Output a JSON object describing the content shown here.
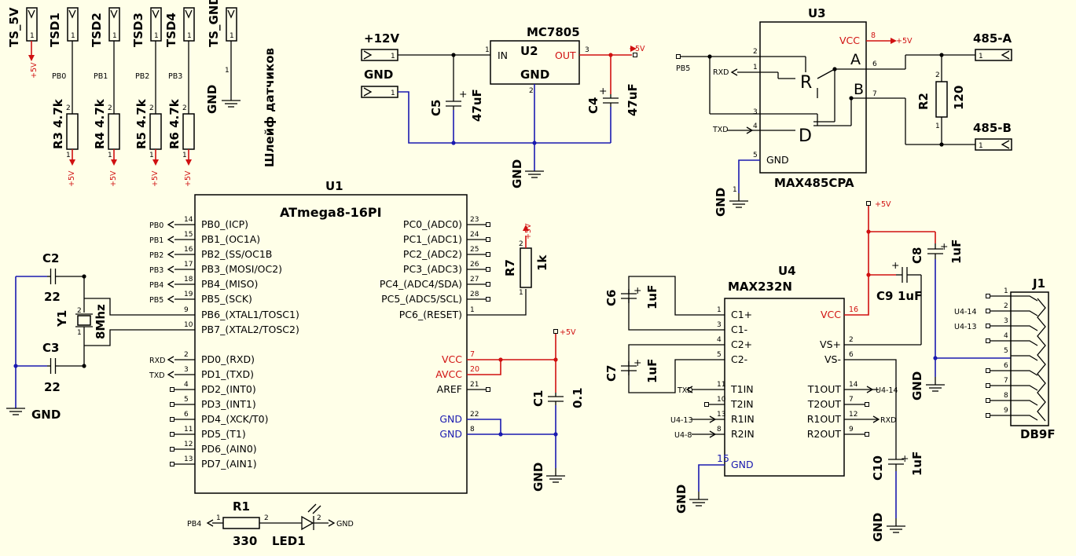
{
  "sensors": {
    "connectors": [
      "TS_5V",
      "TSD1",
      "TSD2",
      "TSD3",
      "TSD4",
      "TS_GND"
    ],
    "signals": [
      "PB0",
      "PB1",
      "PB2",
      "PB3"
    ],
    "resistors": [
      {
        "ref": "R3",
        "value": "4.7k"
      },
      {
        "ref": "R4",
        "value": "4.7k"
      },
      {
        "ref": "R5",
        "value": "4.7k"
      },
      {
        "ref": "R6",
        "value": "4.7k"
      }
    ],
    "cable_label": "Шлейф датчиков",
    "gnd": "GND",
    "plus5": "+5V"
  },
  "regulator": {
    "ref": "U2",
    "part": "MC7805",
    "in_conn": "+12V",
    "gnd_conn": "GND",
    "pin_in": "IN",
    "pin_out": "OUT",
    "pin_gnd": "GND",
    "c5": {
      "ref": "C5",
      "value": "47uF"
    },
    "c4": {
      "ref": "C4",
      "value": "47uF"
    },
    "out_net": "+5V",
    "gnd": "GND"
  },
  "rs485": {
    "ref": "U3",
    "part": "MAX485CPA",
    "vcc": "VCC",
    "gnd_pin": "GND",
    "plus5": "+5V",
    "pb5": "PB5",
    "rxd": "RXD",
    "txd": "TXD",
    "letters": {
      "r": "R",
      "d": "D",
      "a": "A",
      "b": "B"
    },
    "conn_a": "485-A",
    "conn_b": "485-B",
    "r2": {
      "ref": "R2",
      "value": "120"
    },
    "gnd": "GND"
  },
  "mcu": {
    "ref": "U1",
    "part": "ATmega8-16PI",
    "left_pins": [
      {
        "num": "14",
        "label": "PB0_(ICP)",
        "net": "PB0"
      },
      {
        "num": "15",
        "label": "PB1_(OC1A)",
        "net": "PB1"
      },
      {
        "num": "16",
        "label": "PB2_(SS/OC1B",
        "net": "PB2"
      },
      {
        "num": "17",
        "label": "PB3_(MOSI/OC2)",
        "net": "PB3"
      },
      {
        "num": "18",
        "label": "PB4_(MISO)",
        "net": "PB4"
      },
      {
        "num": "19",
        "label": "PB5_(SCK)",
        "net": "PB5"
      },
      {
        "num": "9",
        "label": "PB6_(XTAL1/TOSC1)",
        "net": ""
      },
      {
        "num": "10",
        "label": "PB7_(XTAL2/TOSC2)",
        "net": ""
      },
      {
        "num": "2",
        "label": "PD0_(RXD)",
        "net": "RXD"
      },
      {
        "num": "3",
        "label": "PD1_(TXD)",
        "net": "TXD"
      },
      {
        "num": "4",
        "label": "PD2_(INT0)",
        "net": ""
      },
      {
        "num": "5",
        "label": "PD3_(INT1)",
        "net": ""
      },
      {
        "num": "6",
        "label": "PD4_(XCK/T0)",
        "net": ""
      },
      {
        "num": "11",
        "label": "PD5_(T1)",
        "net": ""
      },
      {
        "num": "12",
        "label": "PD6_(AIN0)",
        "net": ""
      },
      {
        "num": "13",
        "label": "PD7_(AIN1)",
        "net": ""
      }
    ],
    "right_pins": [
      {
        "num": "23",
        "label": "PC0_(ADC0)"
      },
      {
        "num": "24",
        "label": "PC1_(ADC1)"
      },
      {
        "num": "25",
        "label": "PC2_(ADC2)"
      },
      {
        "num": "26",
        "label": "PC3_(ADC3)"
      },
      {
        "num": "27",
        "label": "PC4_(ADC4/SDA)"
      },
      {
        "num": "28",
        "label": "PC5_(ADC5/SCL)"
      },
      {
        "num": "1",
        "label": "PC6_(RESET)"
      }
    ],
    "power_pins": [
      {
        "num": "7",
        "label": "VCC"
      },
      {
        "num": "20",
        "label": "AVCC"
      },
      {
        "num": "21",
        "label": "AREF"
      },
      {
        "num": "22",
        "label": "GND"
      },
      {
        "num": "8",
        "label": "GND"
      }
    ],
    "r7": {
      "ref": "R7",
      "value": "1k"
    },
    "c1": {
      "ref": "C1",
      "value": "0.1"
    },
    "plus5": "+5V",
    "gnd": "GND"
  },
  "crystal": {
    "c2": {
      "ref": "C2",
      "value": "22"
    },
    "c3": {
      "ref": "C3",
      "value": "22"
    },
    "y1": {
      "ref": "Y1",
      "value": "8Mhz"
    },
    "gnd": "GND"
  },
  "led": {
    "r1": {
      "ref": "R1",
      "value": "330"
    },
    "led": "LED1",
    "pb4": "PB4",
    "gnd": "GND"
  },
  "max232": {
    "ref": "U4",
    "part": "MAX232N",
    "c6": {
      "ref": "C6",
      "value": "1uF"
    },
    "c7": {
      "ref": "C7",
      "value": "1uF"
    },
    "c8": {
      "ref": "C8",
      "value": "1uF"
    },
    "c9": {
      "ref": "C9",
      "value": "1uF"
    },
    "c10": {
      "ref": "C10",
      "value": "1uF"
    },
    "left_pins": [
      {
        "num": "1",
        "label": "C1+"
      },
      {
        "num": "3",
        "label": "C1-"
      },
      {
        "num": "4",
        "label": "C2+"
      },
      {
        "num": "5",
        "label": "C2-"
      },
      {
        "num": "11",
        "label": "T1IN",
        "net": "TXD"
      },
      {
        "num": "10",
        "label": "T2IN",
        "net": ""
      },
      {
        "num": "13",
        "label": "R1IN",
        "net": "U4-13"
      },
      {
        "num": "8",
        "label": "R2IN",
        "net": "U4-8"
      },
      {
        "num": "15",
        "label": "GND",
        "net": ""
      }
    ],
    "right_pins": [
      {
        "num": "16",
        "label": "VCC",
        "net": ""
      },
      {
        "num": "2",
        "label": "VS+",
        "net": ""
      },
      {
        "num": "6",
        "label": "VS-",
        "net": ""
      },
      {
        "num": "14",
        "label": "T1OUT",
        "net": "U4-14"
      },
      {
        "num": "7",
        "label": "T2OUT",
        "net": ""
      },
      {
        "num": "12",
        "label": "R1OUT",
        "net": "RXD"
      },
      {
        "num": "9",
        "label": "R2OUT",
        "net": ""
      }
    ],
    "plus5": "+5V",
    "gnd": "GND"
  },
  "db9": {
    "ref": "J1",
    "part": "DB9F",
    "pins": [
      {
        "num": "1",
        "net": ""
      },
      {
        "num": "2",
        "net": "U4-14"
      },
      {
        "num": "3",
        "net": "U4-13"
      },
      {
        "num": "4",
        "net": ""
      },
      {
        "num": "5",
        "net": ""
      },
      {
        "num": "6",
        "net": ""
      },
      {
        "num": "7",
        "net": ""
      },
      {
        "num": "8",
        "net": ""
      },
      {
        "num": "9",
        "net": ""
      }
    ],
    "gnd": "GND"
  },
  "colors": {
    "wire": "#000000",
    "gnd_wire": "#1a1ab0",
    "vcc_wire": "#d01010",
    "background": "#ffffe8"
  }
}
